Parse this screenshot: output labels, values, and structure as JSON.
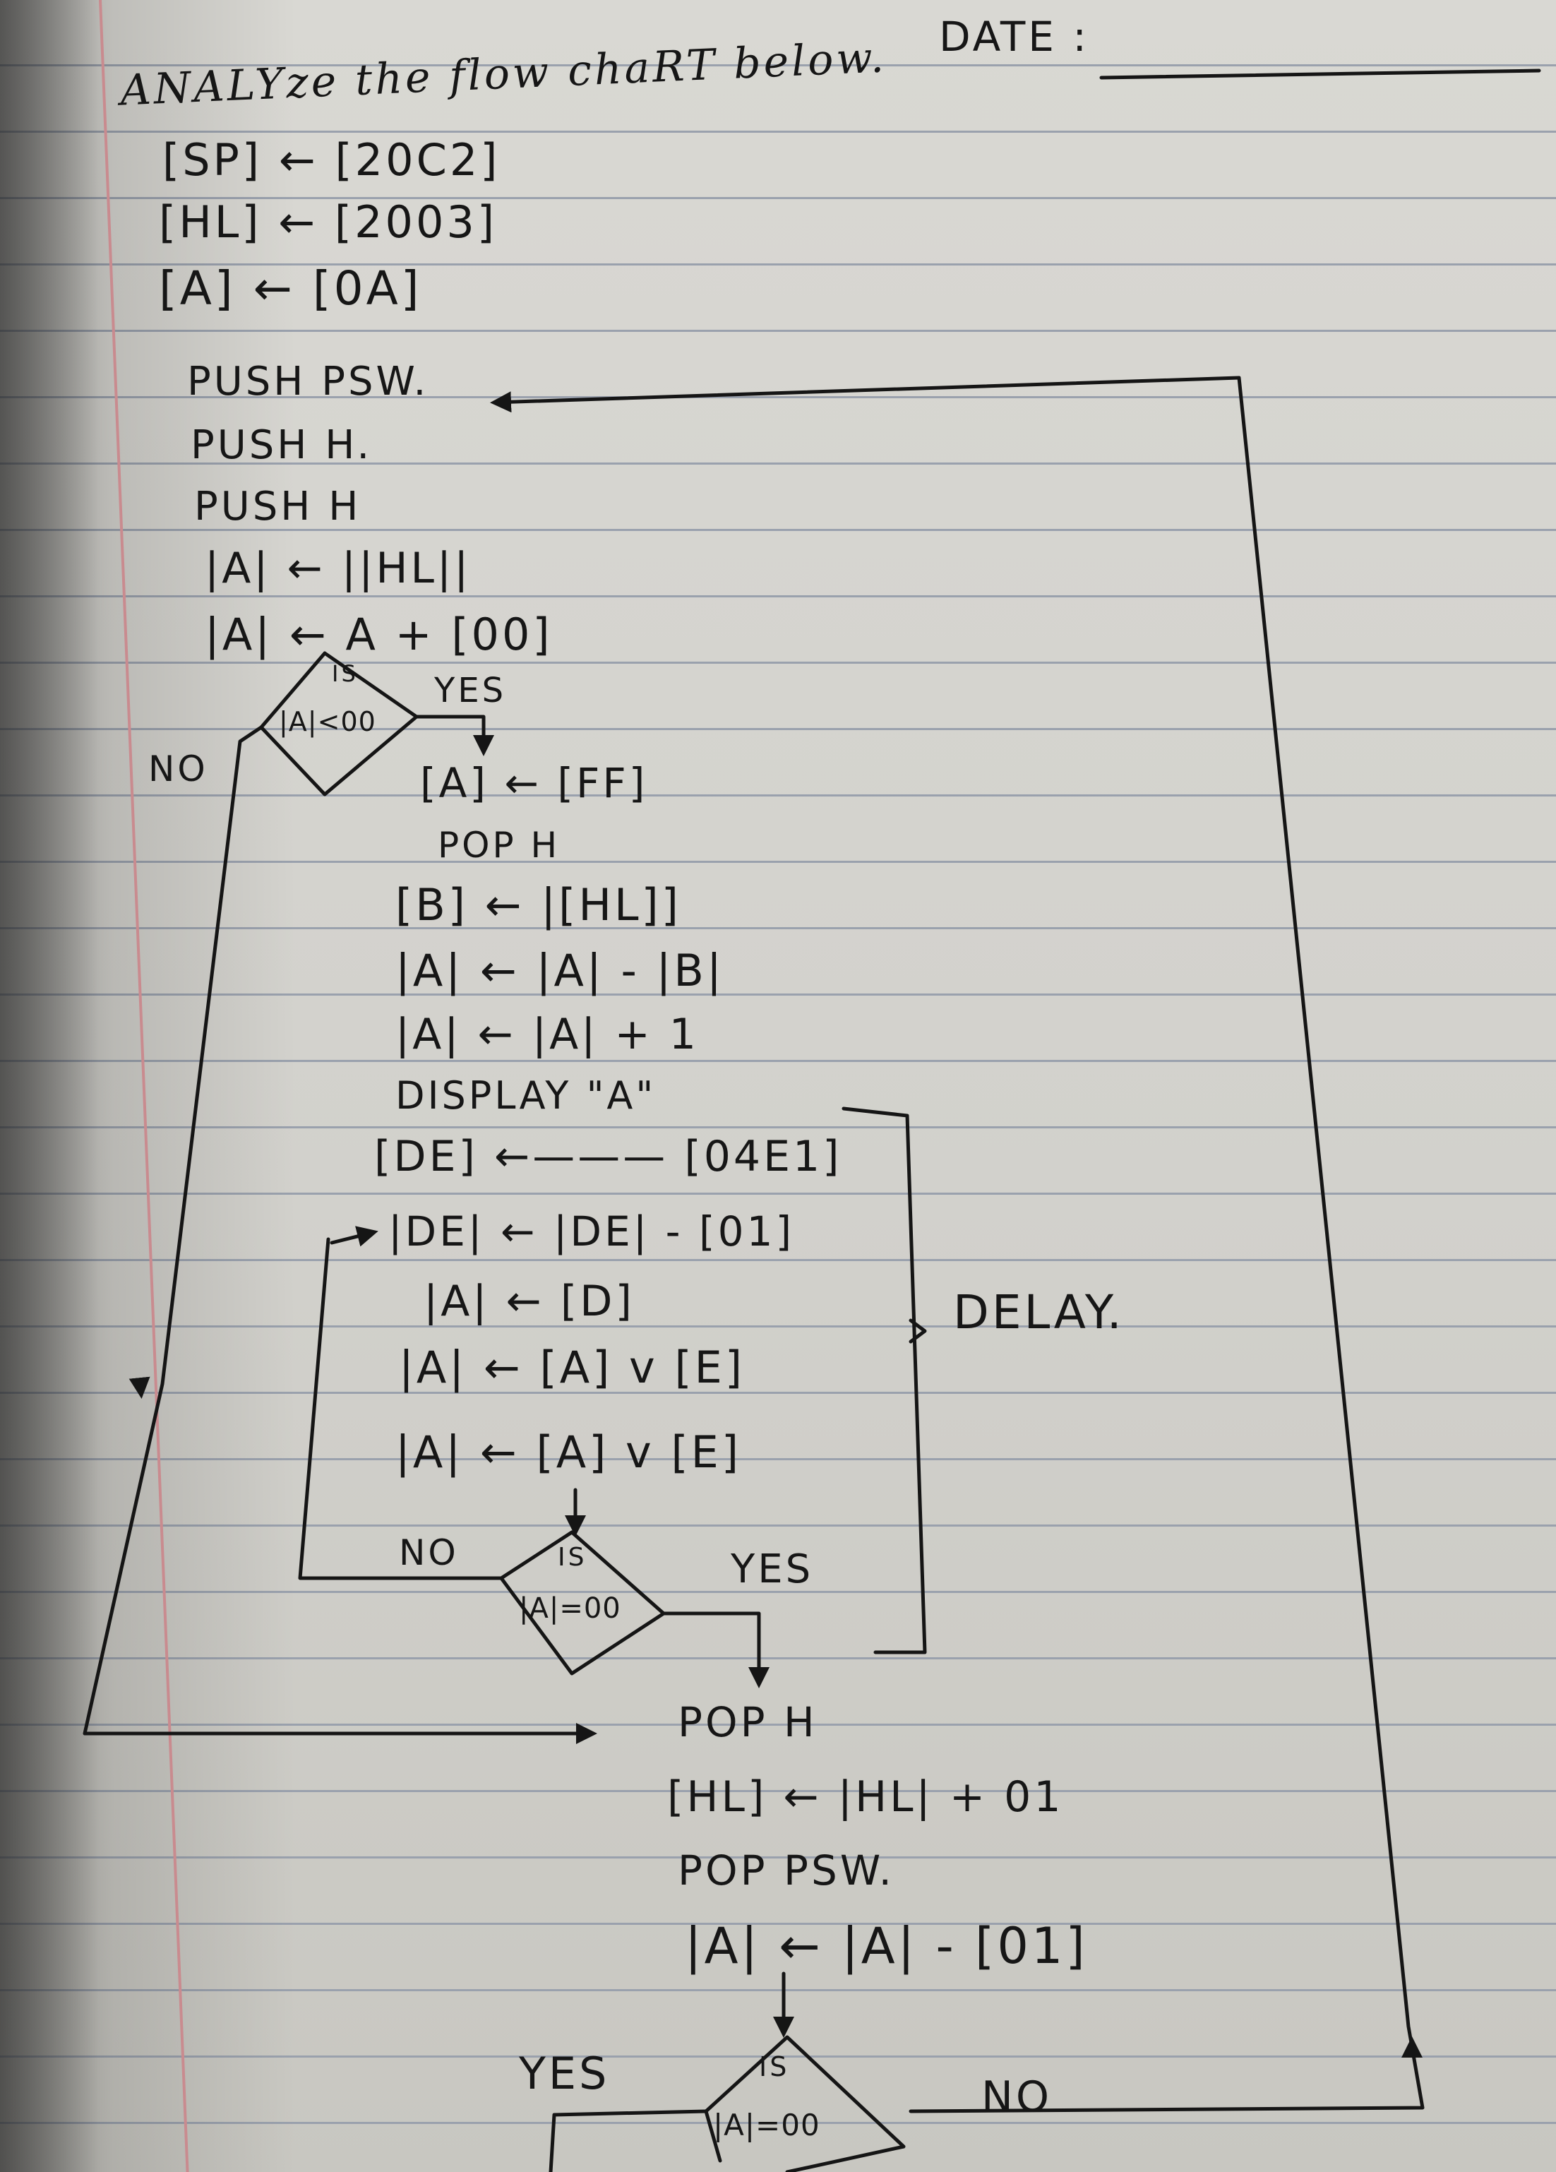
{
  "header": {
    "title": "ANALYze the flow chaRT below.",
    "date_label": "DATE :"
  },
  "init": [
    "[SP] ← [20C2]",
    "[HL] ← [2003]",
    "[A] ← [0A]"
  ],
  "steps_top": [
    "PUSH PSW.",
    "PUSH H.",
    "PUSH H",
    "|A| ← ||HL||",
    "|A| ← A + [00]"
  ],
  "decision1": {
    "top": "IS",
    "cond": "|A|<00",
    "yes": "YES",
    "no": "NO"
  },
  "steps_mid": [
    "[A] ← [FF]",
    "POP H",
    "[B] ← |[HL]]",
    "|A| ← |A| - |B|",
    "|A| ← |A| + 1",
    "DISPLAY \"A\""
  ],
  "delay": {
    "label": "DELAY.",
    "steps": [
      "[DE] ←——— [04E1]",
      "|DE| ← |DE| - [01]",
      "|A| ← [D]",
      "|A| ← [A] v [E]",
      "|A| ← [A] v [E]"
    ]
  },
  "decision2": {
    "top": "IS",
    "cond": "|A|=00",
    "yes": "YES",
    "no": "NO"
  },
  "steps_bottom": [
    "POP H",
    "[HL] ← |HL| + 01",
    "POP PSW.",
    "|A| ← |A| - [01]"
  ],
  "decision3": {
    "top": "IS",
    "cond": "|A|=00",
    "yes": "YES",
    "no": "NO"
  }
}
